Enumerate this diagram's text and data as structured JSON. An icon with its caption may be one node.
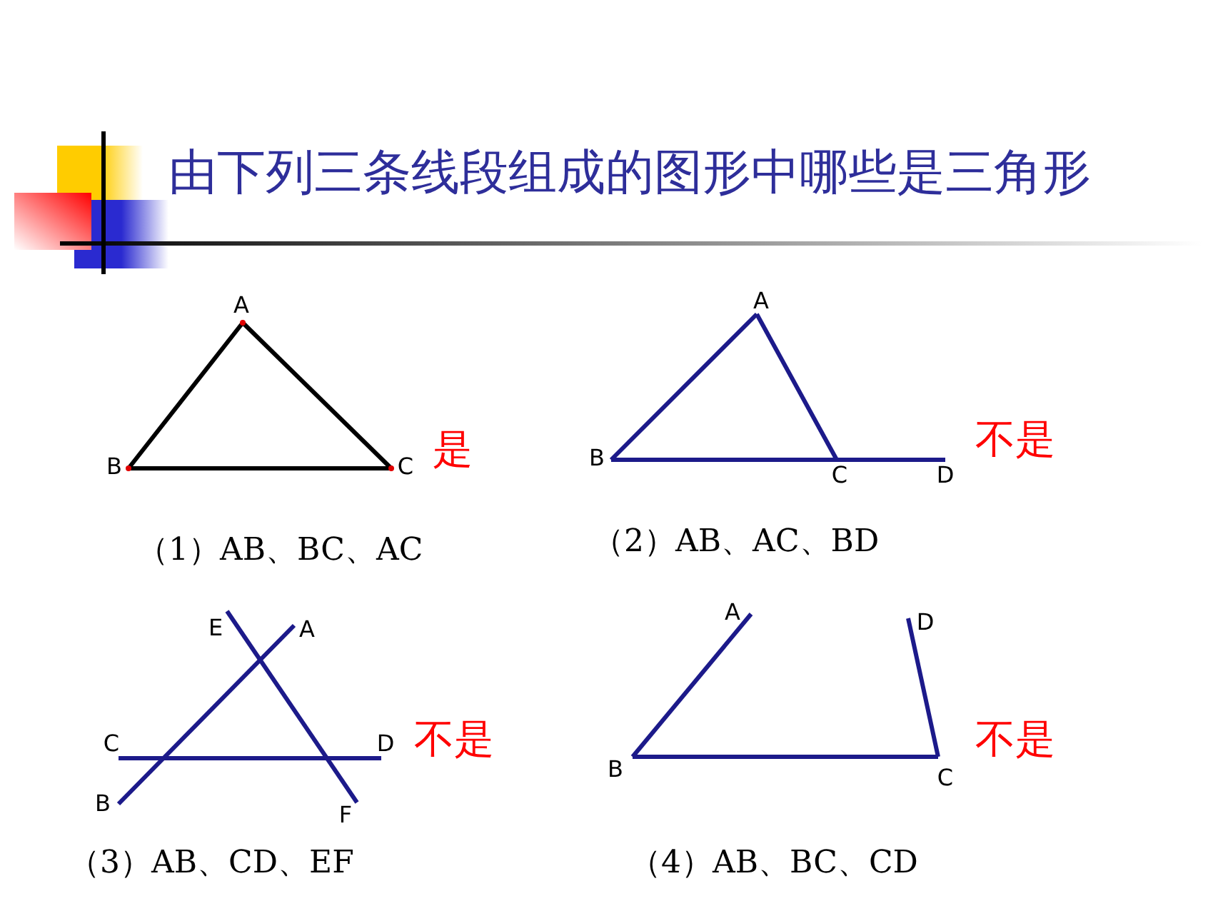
{
  "diagram": {
    "title": "由下列三条线段组成的图形中哪些是三角形",
    "nodes": [
      {
        "text": [
          "A"
        ]
      },
      {
        "text": [
          "B"
        ]
      },
      {
        "text": [
          "C"
        ]
      },
      {
        "text": [
          "A"
        ]
      },
      {
        "text": [
          "B"
        ]
      },
      {
        "text": [
          "C"
        ]
      },
      {
        "text": [
          "D"
        ]
      },
      {
        "text": [
          "E"
        ]
      },
      {
        "text": [
          "A"
        ]
      },
      {
        "text": [
          "C"
        ]
      },
      {
        "text": [
          "D"
        ]
      },
      {
        "text": [
          "B"
        ]
      },
      {
        "text": [
          "F"
        ]
      },
      {
        "text": [
          "A"
        ]
      },
      {
        "text": [
          "D"
        ]
      },
      {
        "text": [
          "B"
        ]
      },
      {
        "text": [
          "C"
        ]
      }
    ],
    "edges": [
      {
        "from": 0,
        "to": 1,
        "arrow": "none",
        "color": "#000000"
      },
      {
        "from": 1,
        "to": 2,
        "arrow": "none",
        "color": "#000000"
      },
      {
        "from": 0,
        "to": 2,
        "arrow": "none",
        "color": "#000000"
      },
      {
        "from": 3,
        "to": 4,
        "arrow": "none"
      },
      {
        "from": 3,
        "to": 5,
        "arrow": "none"
      },
      {
        "from": 4,
        "to": 6,
        "arrow": "none"
      },
      {
        "from": 8,
        "to": 11,
        "arrow": "none"
      },
      {
        "from": 9,
        "to": 10,
        "arrow": "none"
      },
      {
        "from": 7,
        "to": 12,
        "arrow": "none"
      },
      {
        "from": 13,
        "to": 15,
        "arrow": "none"
      },
      {
        "from": 15,
        "to": 16,
        "arrow": "none"
      },
      {
        "from": 16,
        "to": 14,
        "arrow": "none"
      }
    ],
    "labels": [
      "是",
      "不是",
      "（1）AB、BC、AC",
      "（2）AB、AC、BD",
      "不是",
      "不是",
      "（3）AB、CD、EF",
      "（4）AB、BC、CD"
    ]
  }
}
